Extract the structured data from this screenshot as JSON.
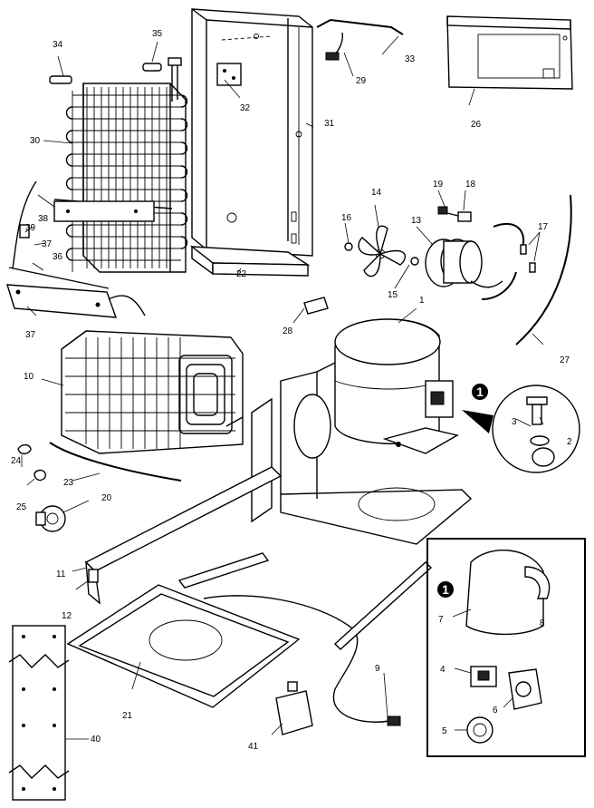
{
  "callouts": {
    "c1": "1",
    "c2": "2",
    "c3": "3",
    "c4": "4",
    "c5": "5",
    "c6": "6",
    "c7": "7",
    "c8": "8",
    "c9": "9",
    "c10": "10",
    "c11": "11",
    "c12": "12",
    "c13": "13",
    "c14": "14",
    "c15": "15",
    "c16": "16",
    "c17": "17",
    "c18": "18",
    "c19": "19",
    "c20": "20",
    "c21": "21",
    "c22": "22",
    "c23": "23",
    "c24": "24",
    "c25": "25",
    "c26": "26",
    "c27": "27",
    "c28": "28",
    "c29": "29",
    "c30": "30",
    "c31": "31",
    "c32": "32",
    "c33": "33",
    "c34": "34",
    "c35": "35",
    "c36": "36",
    "c37a": "37",
    "c37b": "37",
    "c38": "38",
    "c39": "39",
    "c40": "40",
    "c41": "41"
  },
  "markers": {
    "m1": "1",
    "m2": "1"
  }
}
